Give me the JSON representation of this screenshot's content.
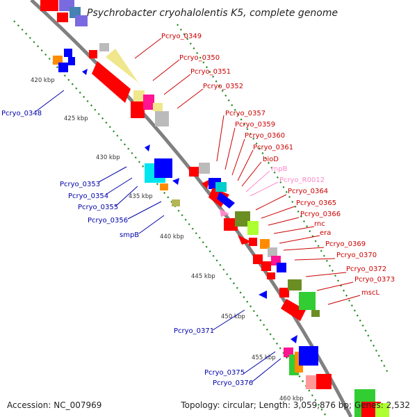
{
  "title": "Psychrobacter cryohalolentis K5, complete genome",
  "footer": {
    "accession": "Accession: NC_007969",
    "topology": "Topology: circular; Length: 3,059,876 bp; Genes: 2,532"
  },
  "colors": {
    "backbone": "#808080",
    "tick_dots": "#228B22",
    "label_forward": "#cc0000",
    "label_reverse": "#0000aa",
    "label_rna": "#ff88c8"
  },
  "kbp_ticks": [
    "420 kbp",
    "425 kbp",
    "430 kbp",
    "435 kbp",
    "440 kbp",
    "445 kbp",
    "450 kbp",
    "455 kbp",
    "460 kbp"
  ],
  "labels_forward": [
    "Pcryo_0349",
    "Pcryo_0350",
    "Pcryo_0351",
    "Pcryo_0352",
    "Pcryo_0357",
    "Pcryo_0359",
    "Pcryo_0360",
    "Pcryo_0361",
    "bioD",
    "rnpB",
    "Pcryo_R0012",
    "Pcryo_0364",
    "Pcryo_0365",
    "Pcryo_0366",
    "rnc",
    "era",
    "Pcryo_0369",
    "Pcryo_0370",
    "Pcryo_0372",
    "Pcryo_0373",
    "mscL"
  ],
  "labels_reverse": [
    "Pcryo_0348",
    "Pcryo_0353",
    "Pcryo_0354",
    "Pcryo_0355",
    "Pcryo_0356",
    "smpB",
    "Pcryo_0371",
    "Pcryo_0375",
    "Pcryo_0376"
  ]
}
